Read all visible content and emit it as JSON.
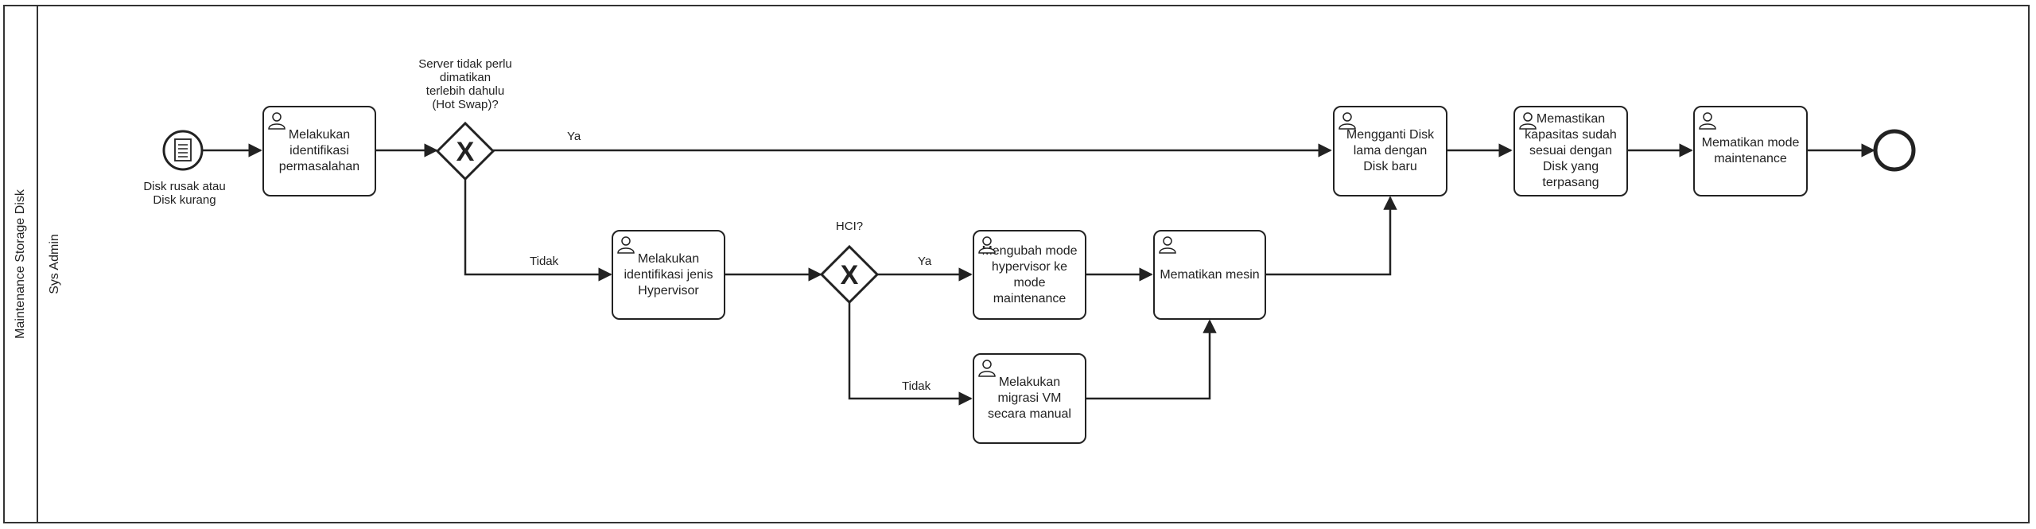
{
  "pool": {
    "label": "Maintenance Storage Disk"
  },
  "lane": {
    "label": "Sys Admin"
  },
  "start_event": {
    "label": "Disk rusak atau\nDisk kurang",
    "icon": "message-icon"
  },
  "tasks": [
    {
      "id": "t1",
      "label": "Melakukan identifikasi permasalahan",
      "icon": "user-icon"
    },
    {
      "id": "t2",
      "label": "Melakukan identifikasi jenis Hypervisor",
      "icon": "user-icon"
    },
    {
      "id": "t3",
      "label": "Mengubah mode hypervisor ke mode maintenance",
      "icon": "user-icon"
    },
    {
      "id": "t4",
      "label": "Melakukan migrasi VM secara manual",
      "icon": "user-icon"
    },
    {
      "id": "t5",
      "label": "Mematikan mesin",
      "icon": "user-icon"
    },
    {
      "id": "t6",
      "label": "Mengganti Disk lama dengan Disk baru",
      "icon": "user-icon"
    },
    {
      "id": "t7",
      "label": "Memastikan kapasitas sudah sesuai dengan Disk yang terpasang",
      "icon": "user-icon"
    },
    {
      "id": "t8",
      "label": "Mematikan mode maintenance",
      "icon": "user-icon"
    }
  ],
  "gateways": [
    {
      "id": "g1",
      "label": "Server tidak perlu\ndimatikan\nterlebih dahulu\n(Hot Swap)?",
      "marker": "X"
    },
    {
      "id": "g2",
      "label": "HCI?",
      "marker": "X"
    }
  ],
  "flow_labels": {
    "g1_yes": "Ya",
    "g1_no": "Tidak",
    "g2_yes": "Ya",
    "g2_no": "Tidak"
  },
  "end_event": {
    "label": ""
  }
}
